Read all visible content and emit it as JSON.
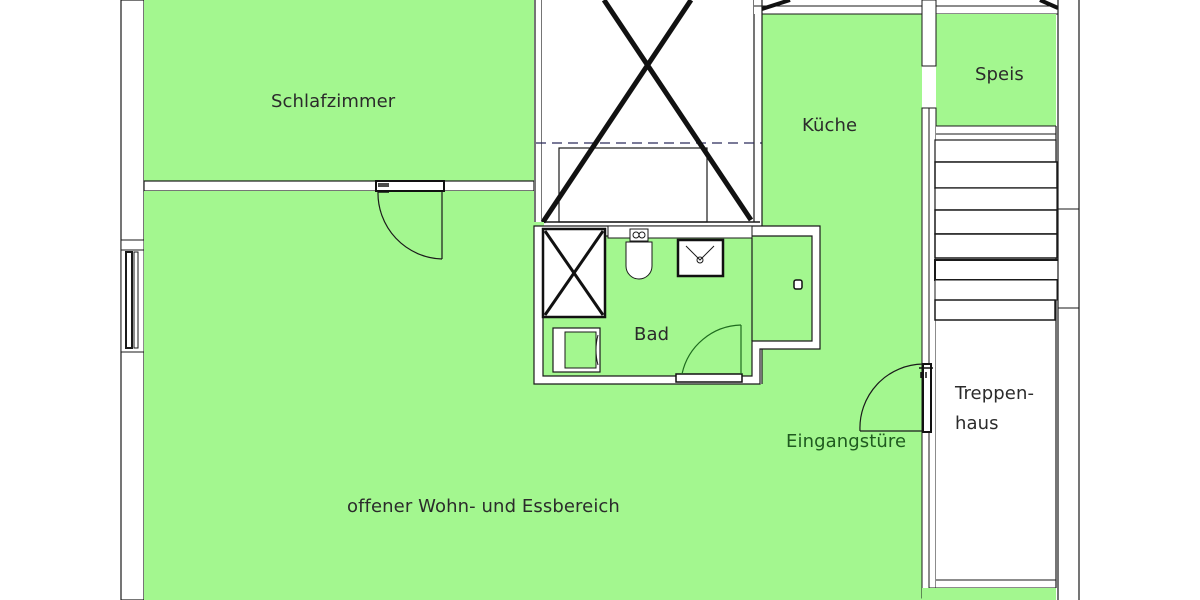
{
  "plan": {
    "type": "floor-plan",
    "colors": {
      "room_fill": "#a3f78f",
      "wall": "#1a1a1a",
      "background": "#ffffff",
      "door_arc": "#1a1a1a",
      "door_arc_green": "#1e6b1e",
      "label": "#2b2b2b",
      "label_green": "#1f5a1f"
    },
    "rooms": [
      {
        "id": "schlafzimmer",
        "label": "Schlafzimmer"
      },
      {
        "id": "kueche",
        "label": "Küche"
      },
      {
        "id": "speis",
        "label": "Speis"
      },
      {
        "id": "bad",
        "label": "Bad"
      },
      {
        "id": "treppenhaus",
        "label": "Treppen-\nhaus",
        "label_line1": "Treppen-",
        "label_line2": "haus"
      },
      {
        "id": "wohnbereich",
        "label": "offener Wohn- und Essbereich"
      }
    ],
    "annotations": [
      {
        "id": "eingangstuere",
        "label": "Eingangstüre"
      }
    ],
    "symbols": [
      {
        "id": "shaft-void",
        "kind": "crossed-rectangle"
      },
      {
        "id": "shower-void",
        "kind": "crossed-rectangle"
      },
      {
        "id": "toilet",
        "kind": "wc"
      },
      {
        "id": "sink",
        "kind": "washbasin"
      },
      {
        "id": "washer",
        "kind": "appliance"
      },
      {
        "id": "floor-drain",
        "kind": "drain"
      },
      {
        "id": "stairs",
        "kind": "stair-treads",
        "count": 7
      },
      {
        "id": "window-west",
        "kind": "window"
      }
    ]
  }
}
